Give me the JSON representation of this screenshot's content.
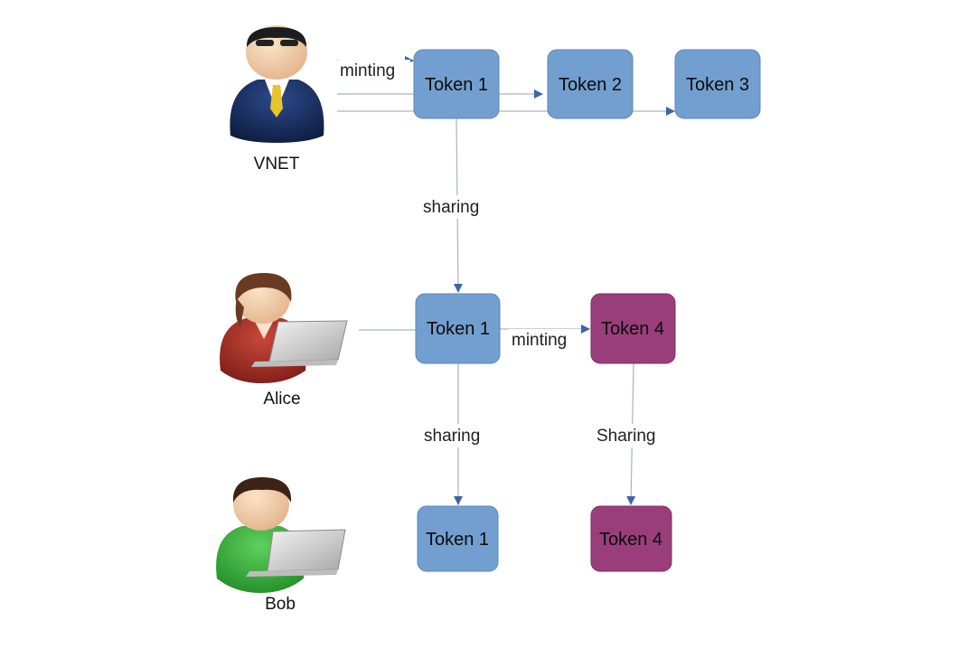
{
  "colors": {
    "token_blue": "#729fcf",
    "token_blue_border": "#5d86b5",
    "token_purple": "#9a3e7b",
    "token_purple_border": "#7e2f64",
    "connector": "#aab4c0",
    "arrowhead": "#3d64a8"
  },
  "actors": [
    {
      "id": "vnet",
      "label": "VNET",
      "icon": "businessman-icon"
    },
    {
      "id": "alice",
      "label": "Alice",
      "icon": "woman-with-laptop-icon"
    },
    {
      "id": "bob",
      "label": "Bob",
      "icon": "man-with-laptop-icon"
    }
  ],
  "tokens": [
    {
      "id": "t1-vnet",
      "label": "Token 1",
      "color": "blue"
    },
    {
      "id": "t2-vnet",
      "label": "Token 2",
      "color": "blue"
    },
    {
      "id": "t3-vnet",
      "label": "Token 3",
      "color": "blue"
    },
    {
      "id": "t1-alice",
      "label": "Token 1",
      "color": "blue"
    },
    {
      "id": "t4-alice",
      "label": "Token 4",
      "color": "purple"
    },
    {
      "id": "t1-bob",
      "label": "Token 1",
      "color": "blue"
    },
    {
      "id": "t4-bob",
      "label": "Token 4",
      "color": "purple"
    }
  ],
  "edges": [
    {
      "id": "vnet-mint-t1",
      "from": "vnet",
      "to": "t1-vnet",
      "label": "minting"
    },
    {
      "id": "vnet-mint-t2",
      "from": "vnet",
      "to": "t2-vnet",
      "label": ""
    },
    {
      "id": "vnet-mint-t3",
      "from": "vnet",
      "to": "t3-vnet",
      "label": ""
    },
    {
      "id": "share-t1-alice",
      "from": "t1-vnet",
      "to": "t1-alice",
      "label": "sharing"
    },
    {
      "id": "alice-owns-t1",
      "from": "alice",
      "to": "t1-alice",
      "label": ""
    },
    {
      "id": "alice-mint-t4",
      "from": "t1-alice",
      "to": "t4-alice",
      "label": "minting"
    },
    {
      "id": "share-t1-bob",
      "from": "t1-alice",
      "to": "t1-bob",
      "label": "sharing"
    },
    {
      "id": "share-t4-bob",
      "from": "t4-alice",
      "to": "t4-bob",
      "label": "Sharing"
    }
  ]
}
